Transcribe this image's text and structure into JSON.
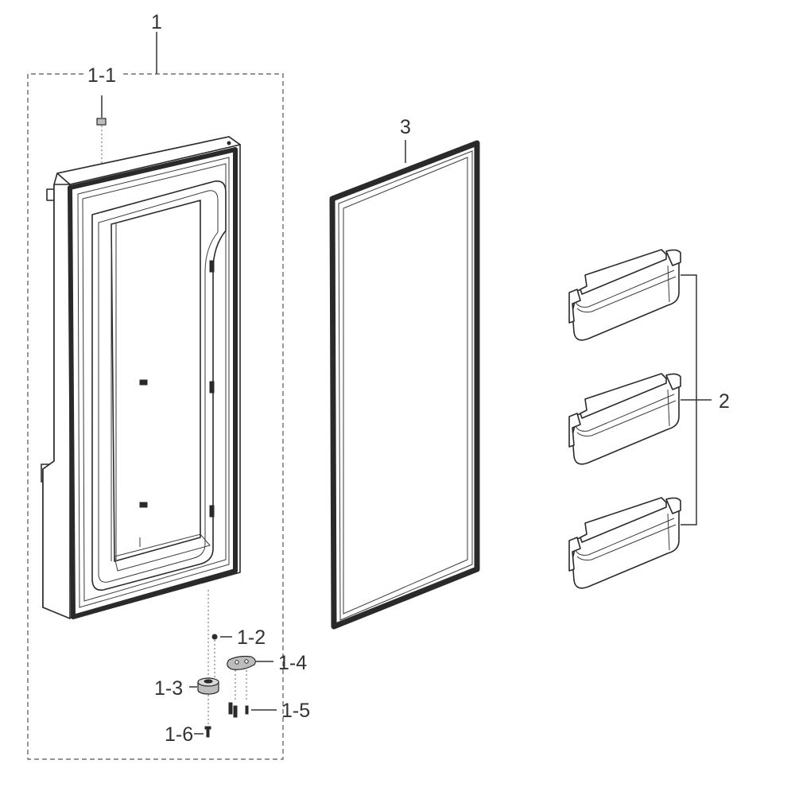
{
  "labels": {
    "assembly": "1",
    "door_body": "1-1",
    "part_1_2": "1-2",
    "part_1_3": "1-3",
    "part_1_4": "1-4",
    "part_1_5": "1-5",
    "part_1_6": "1-6",
    "door_bin": "2",
    "gasket": "3"
  }
}
